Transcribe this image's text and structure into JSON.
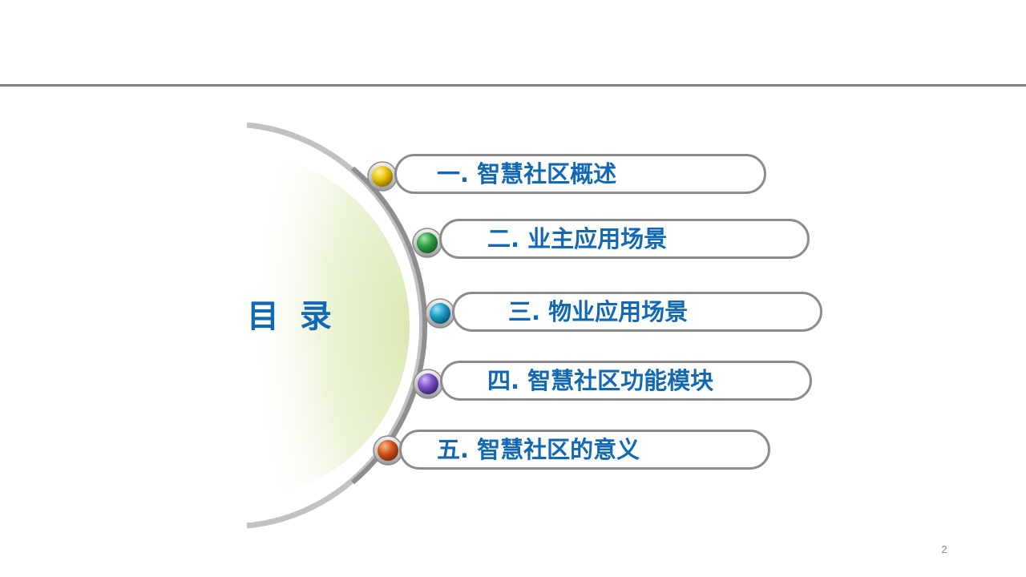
{
  "slide": {
    "title": "目 录",
    "page_number": "2"
  },
  "toc": {
    "items": [
      {
        "label": "一. 智慧社区概述",
        "bullet_color": "#e8c100"
      },
      {
        "label": "二. 业主应用场景",
        "bullet_color": "#2e9e44"
      },
      {
        "label": "三. 物业应用场景",
        "bullet_color": "#1a9cc6"
      },
      {
        "label": "四. 智慧社区功能模块",
        "bullet_color": "#7a4fc4"
      },
      {
        "label": "五. 智慧社区的意义",
        "bullet_color": "#d3531a"
      }
    ]
  },
  "colors": {
    "accent": "#1268b3",
    "outline": "#8c8c8c",
    "glow": "#dcebb8"
  }
}
